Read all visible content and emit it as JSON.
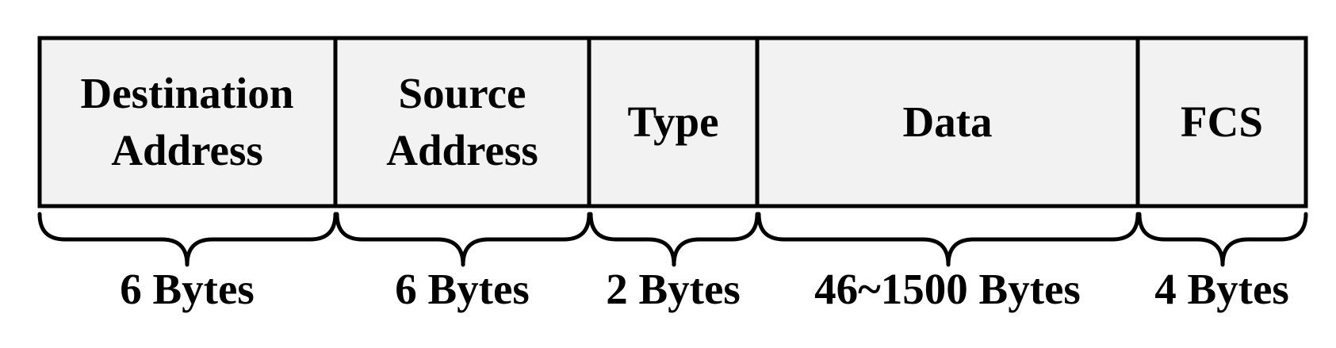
{
  "diagram": {
    "fields": [
      {
        "lines": [
          "Destination",
          "Address"
        ],
        "size": "6 Bytes"
      },
      {
        "lines": [
          "Source",
          "Address"
        ],
        "size": "6 Bytes"
      },
      {
        "lines": [
          "Type"
        ],
        "size": "2 Bytes"
      },
      {
        "lines": [
          "Data"
        ],
        "size": "46~1500 Bytes"
      },
      {
        "lines": [
          "FCS"
        ],
        "size": "4 Bytes"
      }
    ],
    "colors": {
      "box_fill": "#f2f2f2",
      "stroke": "#000000",
      "text": "#000000"
    }
  }
}
